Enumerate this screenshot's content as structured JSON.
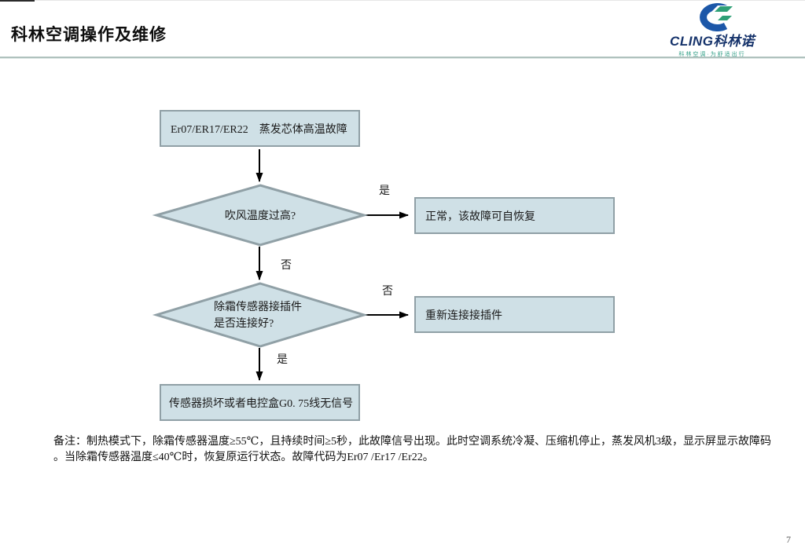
{
  "header": {
    "title": "科林空调操作及维修"
  },
  "logo": {
    "brand": "CLING科林诺",
    "tagline": "科林空调·为舒适出行",
    "colors": {
      "mark_blue": "#1c57a8",
      "mark_green": "#2fa077",
      "brand_text": "#16336b",
      "tagline_text": "#2f9e85"
    }
  },
  "flowchart": {
    "colors": {
      "node_fill": "#cfe0e6",
      "node_border": "#90a0a6",
      "arrow": "#000000"
    },
    "nodes": {
      "start": "Er07/ER17/ER22　蒸发芯体高温故障",
      "decision1": "吹风温度过高?",
      "result_yes1": "正常，该故障可自恢复",
      "decision2_line1": "除霜传感器接插件",
      "decision2_line2": "是否连接好?",
      "result_no2": "重新连接接插件",
      "end": "传感器损坏或者电控盒G0. 75线无信号"
    },
    "edge_labels": {
      "yes1": "是",
      "no1": "否",
      "no2": "否",
      "yes2": "是"
    }
  },
  "note": {
    "line1": "备注：制热模式下，除霜传感器温度≥55℃，且持续时间≥5秒，此故障信号出现。此时空调系统冷凝、压缩机停止，蒸发风机3级，显示屏显示故障码",
    "line2": "。当除霜传感器温度≤40℃时，恢复原运行状态。故障代码为Er07 /Er17 /Er22。"
  },
  "footer": {
    "page_number": "7"
  }
}
